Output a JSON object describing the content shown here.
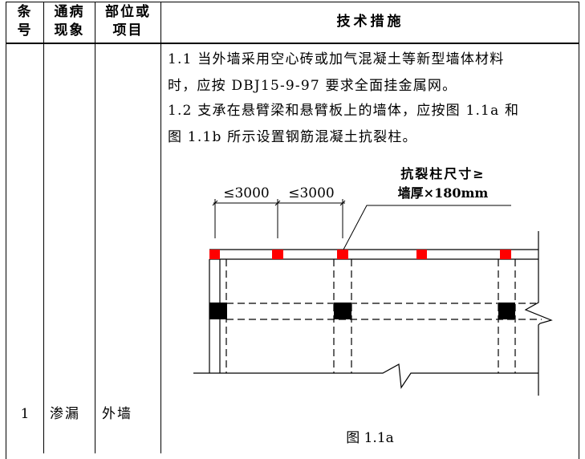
{
  "table": {
    "headers": {
      "col_no": [
        "条",
        "号"
      ],
      "col_issue": [
        "通病",
        "现象"
      ],
      "col_part": [
        "部位或",
        "项目"
      ],
      "col_measures": "技术措施"
    },
    "rows": [
      {
        "no": "1",
        "issue": "渗漏",
        "part": "外墙",
        "measures": {
          "paragraphs": [
            [
              "1.1 当外墙采用空心砖或加气混凝土等新型墙体材料",
              "时，应按 DBJ15-9-97 要求全面挂金属网。"
            ],
            [
              "1.2 支承在悬臂梁和悬臂板上的墙体，应按图 1.1a 和",
              "图 1.1b 所示设置钢筋混凝土抗裂柱。"
            ]
          ],
          "figure": {
            "dimension_labels": [
              "≤3000",
              "≤3000"
            ],
            "callout_line1": "抗裂柱尺寸≥",
            "callout_line2": "墙厚×180mm",
            "caption": "图 1.1a",
            "colors": {
              "top_column": "#ff0000",
              "mid_column": "#000000",
              "lines": "#000000"
            }
          }
        }
      }
    ]
  }
}
